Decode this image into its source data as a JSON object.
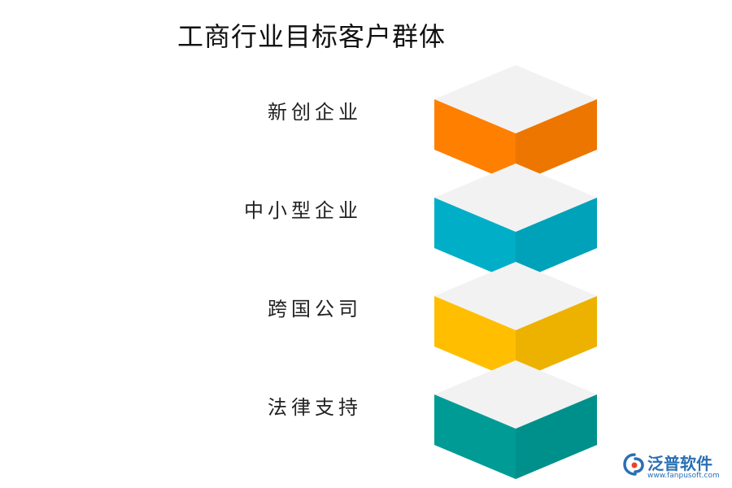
{
  "title": "工商行业目标客户群体",
  "segments": [
    {
      "label": "新创企业",
      "color": "#FF7F00"
    },
    {
      "label": "中小型企业",
      "color": "#00AEC7"
    },
    {
      "label": "跨国公司",
      "color": "#FFBE00"
    },
    {
      "label": "法律支持",
      "color": "#009B95"
    }
  ],
  "top_face_color": "#F2F2F2",
  "logo": {
    "name": "泛普软件",
    "url": "www.fanpusoft.com",
    "color": "#2A6FB3",
    "accent": "#E8452C"
  }
}
